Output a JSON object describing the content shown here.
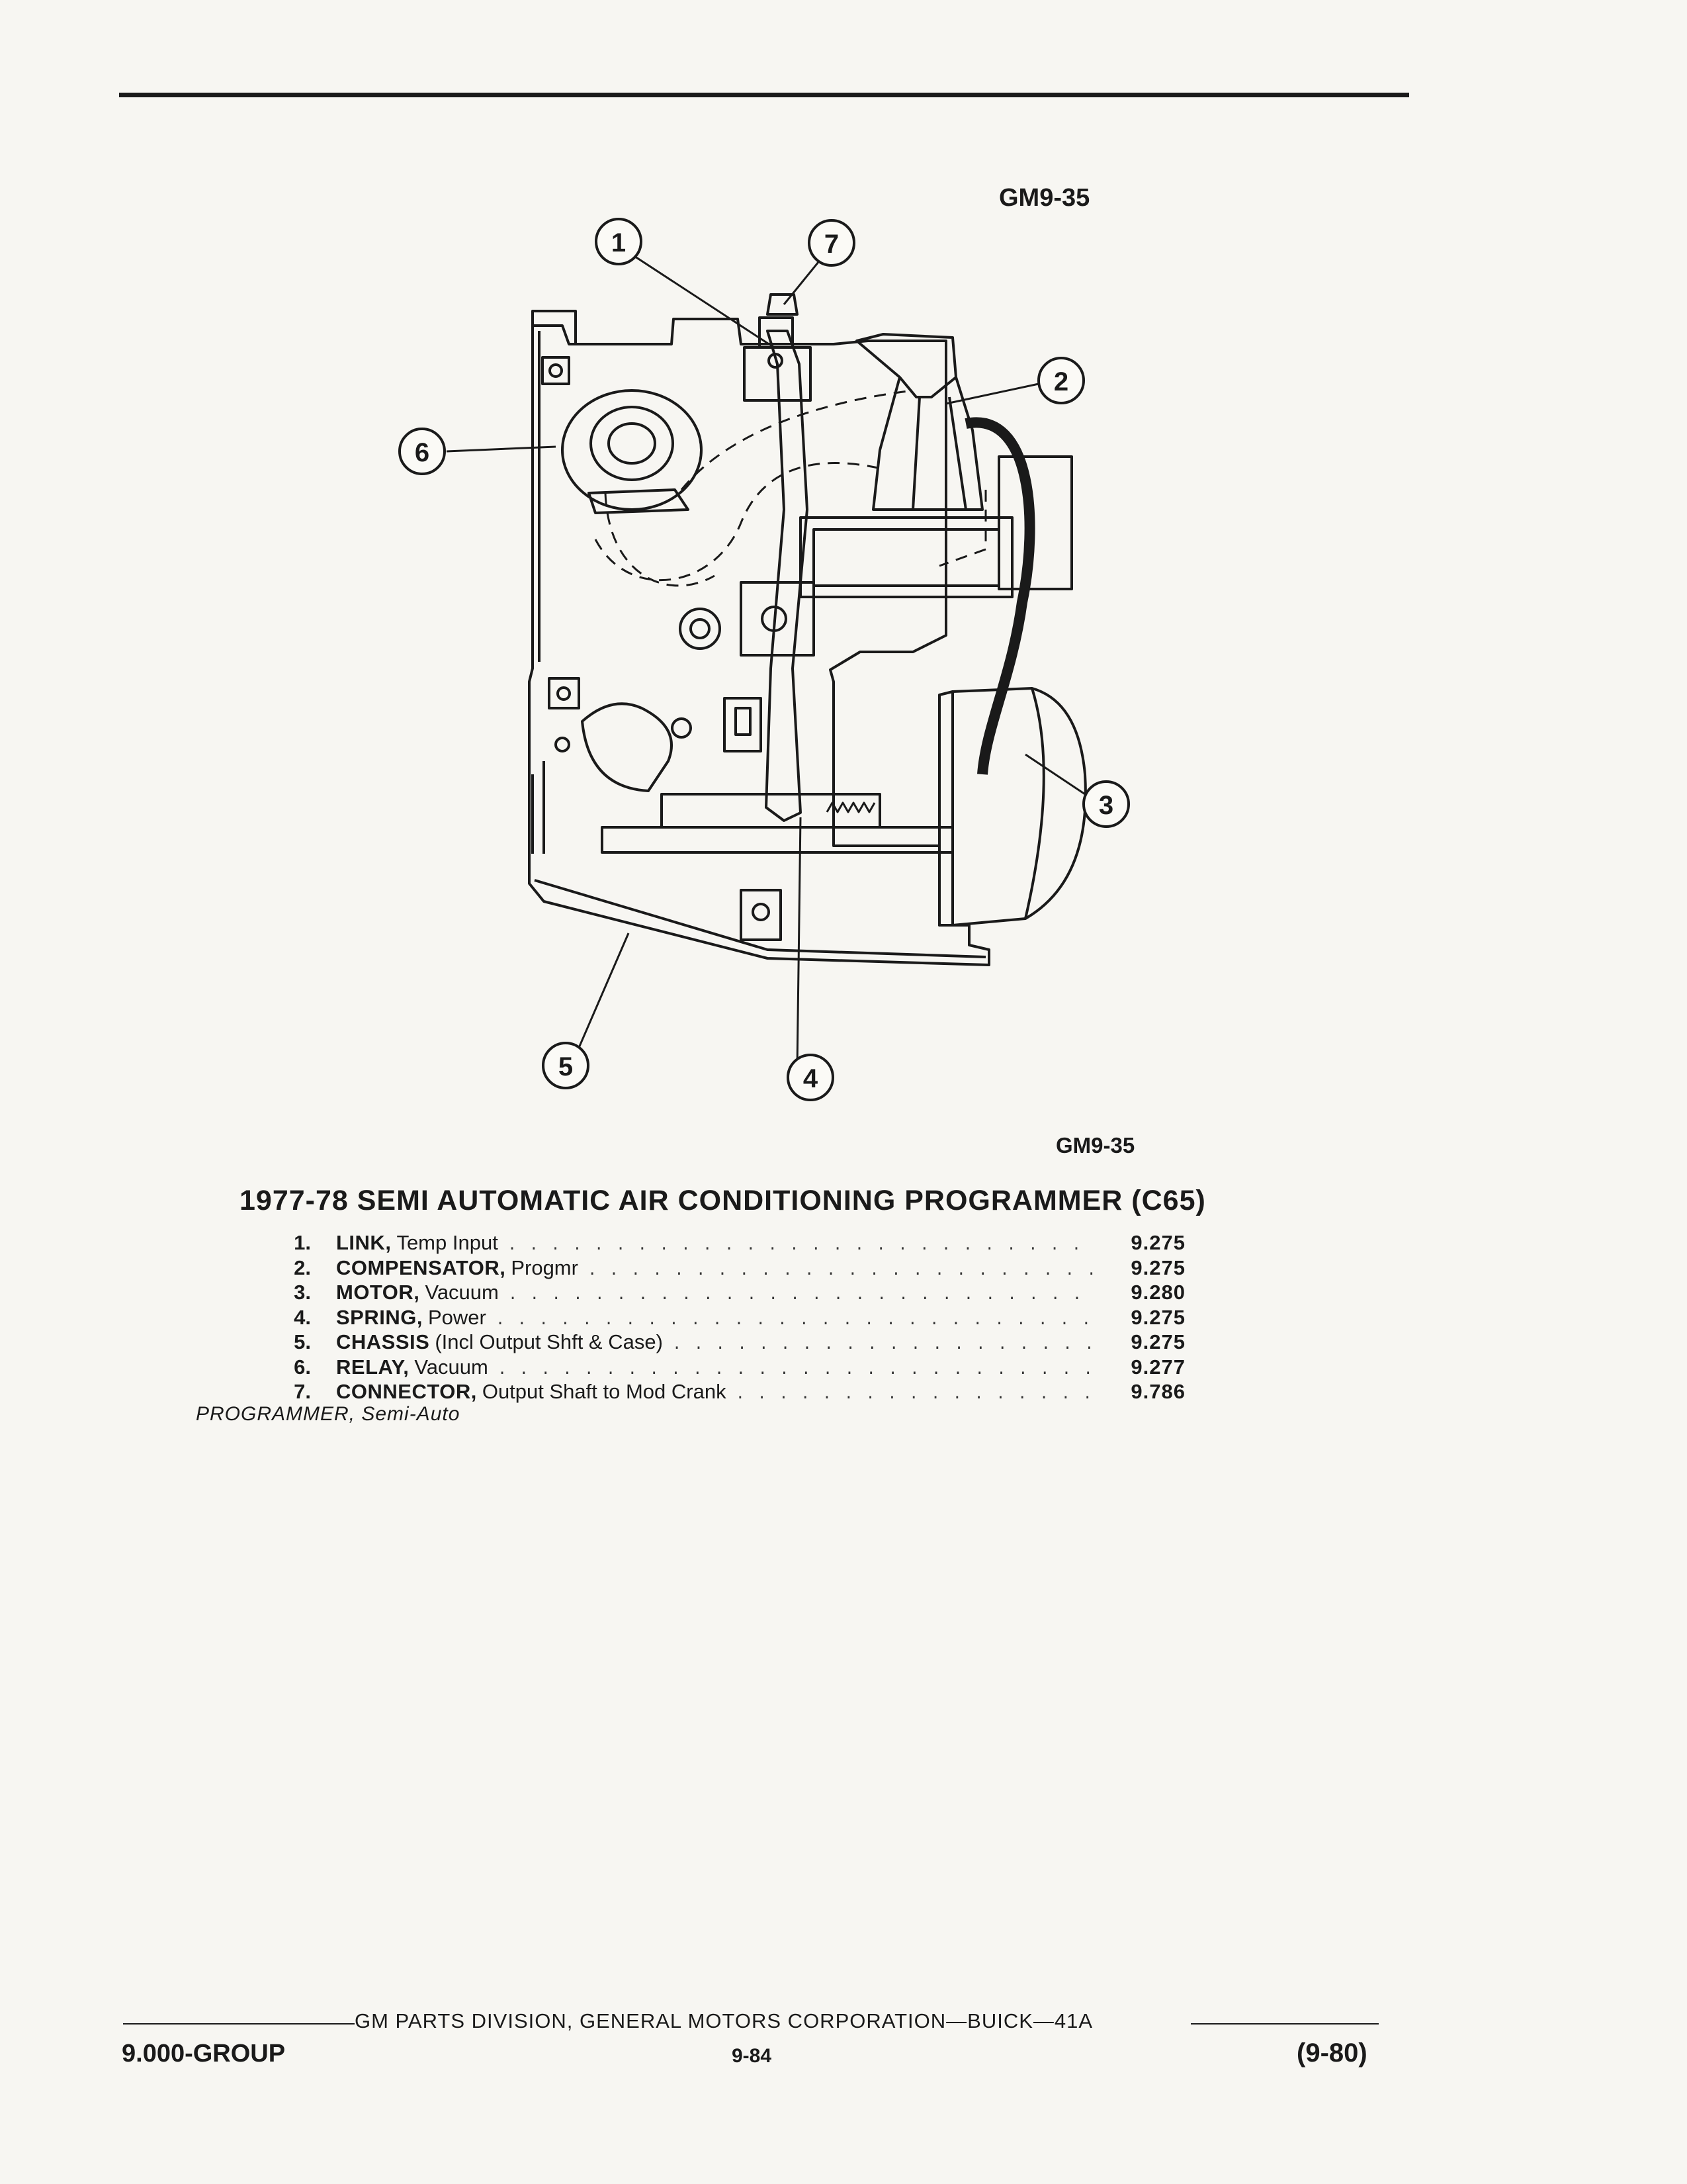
{
  "figure": {
    "code_top": "GM9-35",
    "code_bottom": "GM9-35",
    "callouts": [
      "1",
      "2",
      "3",
      "4",
      "5",
      "6",
      "7"
    ]
  },
  "section": {
    "title": "1977-78 SEMI AUTOMATIC AIR CONDITIONING PROGRAMMER (C65)"
  },
  "parts": [
    {
      "num": "1.",
      "name": "LINK,",
      "desc": "Temp Input",
      "value": "9.275"
    },
    {
      "num": "2.",
      "name": "COMPENSATOR,",
      "desc": "Progmr",
      "value": "9.275"
    },
    {
      "num": "3.",
      "name": "MOTOR,",
      "desc": "Vacuum",
      "value": "9.280"
    },
    {
      "num": "4.",
      "name": "SPRING,",
      "desc": "Power",
      "value": "9.275"
    },
    {
      "num": "5.",
      "name": "CHASSIS",
      "desc": "(Incl Output Shft & Case)",
      "value": "9.275"
    },
    {
      "num": "6.",
      "name": "RELAY,",
      "desc": "Vacuum",
      "value": "9.277"
    },
    {
      "num": "7.",
      "name": "CONNECTOR,",
      "desc": "Output Shaft to Mod Crank",
      "value": "9.786"
    }
  ],
  "footnote": "PROGRAMMER, Semi-Auto",
  "footer": {
    "division": "GM PARTS DIVISION, GENERAL MOTORS CORPORATION—BUICK—41A",
    "group": "9.000-GROUP",
    "page": "9-84",
    "date": "(9-80)"
  }
}
